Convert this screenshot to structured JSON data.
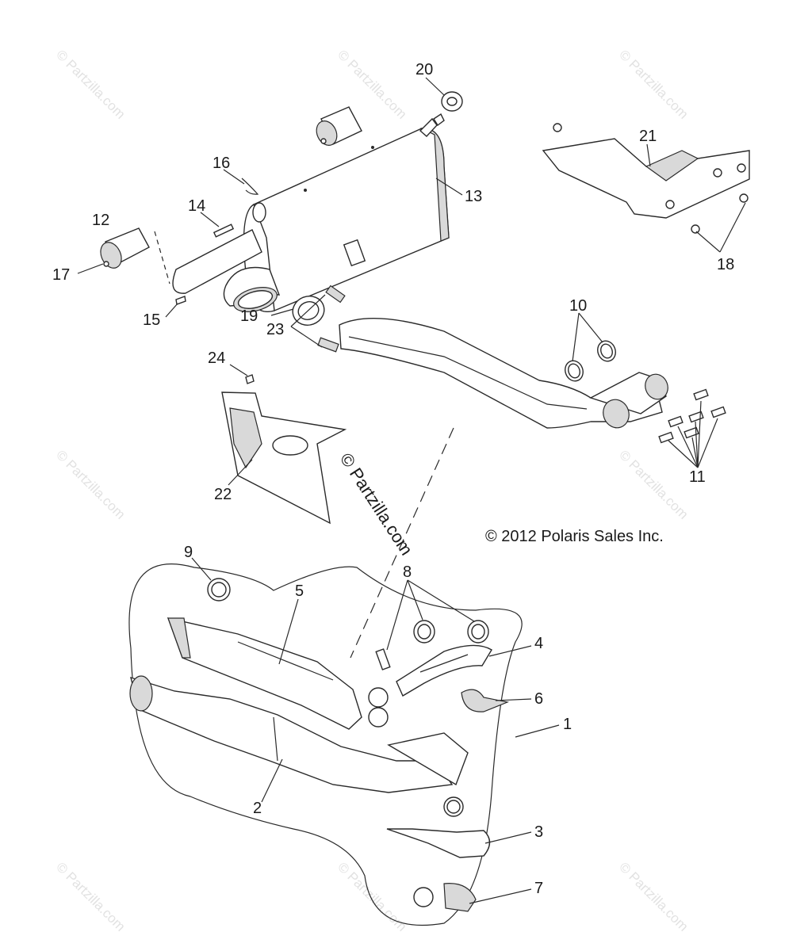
{
  "copyright": "© 2012 Polaris Sales Inc.",
  "central_watermark": "© Partzilla.com",
  "watermark_text": "© Partzilla.com",
  "callouts": {
    "c1": "1",
    "c2": "2",
    "c3": "3",
    "c4": "4",
    "c5": "5",
    "c6": "6",
    "c7": "7",
    "c8": "8",
    "c9": "9",
    "c10": "10",
    "c11": "11",
    "c12": "12",
    "c13": "13",
    "c14": "14",
    "c15": "15",
    "c16": "16",
    "c17": "17",
    "c18": "18",
    "c19": "19",
    "c20": "20",
    "c21": "21",
    "c22": "22",
    "c23": "23",
    "c24": "24"
  }
}
